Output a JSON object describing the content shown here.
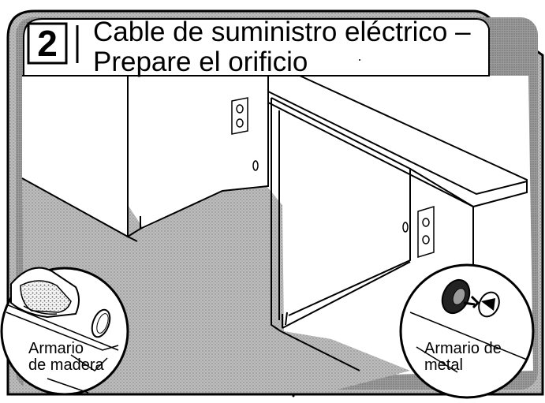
{
  "step": {
    "number": "2",
    "title_line1": "Cable de suministro eléctrico –",
    "title_line2": "Prepare el orificio"
  },
  "callouts": {
    "wood": {
      "line1": "Armario",
      "line2": "de madera"
    },
    "metal": {
      "line1": "Armario de",
      "line2": "metal"
    }
  },
  "icons": {
    "wood_tool": "sanding-tool-icon",
    "metal_tool": "grommet-icon",
    "outlet": "electrical-outlet-icon"
  },
  "colors": {
    "ink": "#000000",
    "floor_gray": "#b8b8b8",
    "frame_gray": "#8a8a8a",
    "paper": "#ffffff"
  }
}
